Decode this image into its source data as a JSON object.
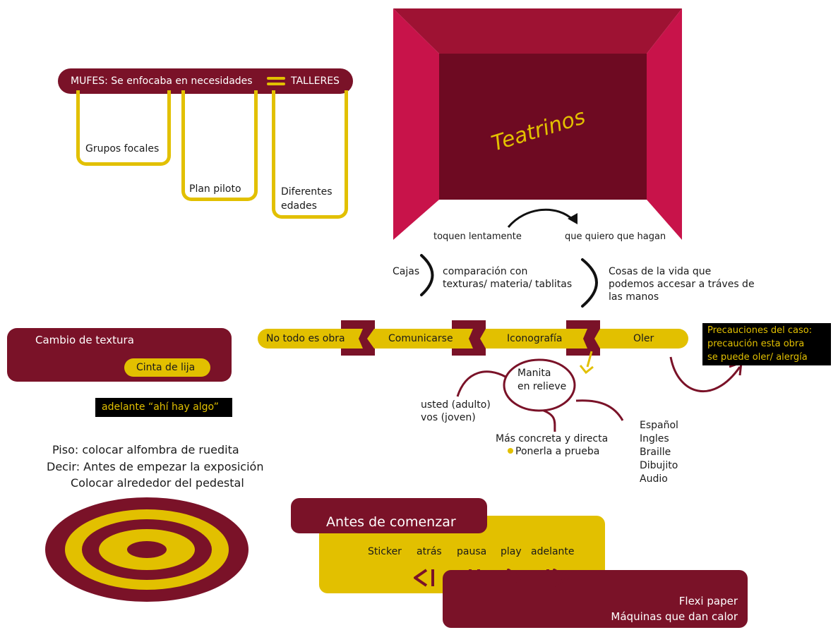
{
  "colors": {
    "wine": "#7a1228",
    "gold": "#e2c000",
    "crimson": "#c8134a",
    "black": "#000000"
  },
  "mufes": {
    "header": "MUFES: Se enfocaba en necesidades",
    "header_right": "TALLERES",
    "boxes": [
      "Grupos focales",
      "Plan piloto",
      "Diferentes\nedades"
    ]
  },
  "teatrinos": {
    "title": "Teatrinos",
    "left_note": "toquen lentamente",
    "right_note": "que quiero que hagan"
  },
  "cajas": {
    "label": "Cajas",
    "middle": "comparación con\ntexturas/ materia/ tablitas",
    "right": "Cosas de la vida que\npodemos  accesar a tráves de\nlas manos"
  },
  "banner": {
    "items": [
      "No todo es obra",
      "Comunicarse",
      "Iconografía",
      "Oler"
    ]
  },
  "precauciones": {
    "text": "Precauciones del caso:\nprecaución esta  obra\nse puede oler/ alergía"
  },
  "textura": {
    "title": "Cambio de textura",
    "chip": "Cinta de lija"
  },
  "adelante_note": "adelante “ahí hay algo”",
  "manita": {
    "center": "Manita\nen relieve",
    "left": "usted (adulto)\nvos (joven)",
    "bottom_line": "Más concreta y directa",
    "bottom_bullet": "Ponerla a prueba",
    "languages": [
      "Español",
      "Ingles",
      "Braille",
      "Dibujito",
      "Audio"
    ]
  },
  "piso": {
    "lines": [
      "Piso: colocar alfombra de ruedita",
      "Decir: Antes de empezar la  exposición",
      "Colocar alrededor del pedestal"
    ]
  },
  "antes": {
    "title": "Antes de comenzar",
    "controls": [
      {
        "label": "Sticker",
        "icon": ""
      },
      {
        "label": "atrás",
        "icon": "step-back-icon"
      },
      {
        "label": "pausa",
        "icon": "pause-icon"
      },
      {
        "label": "play",
        "icon": "play-icon"
      },
      {
        "label": "adelante",
        "icon": "step-forward-icon"
      }
    ],
    "bottom_lines": [
      "Flexi paper",
      "Máquinas que dan calor"
    ]
  }
}
